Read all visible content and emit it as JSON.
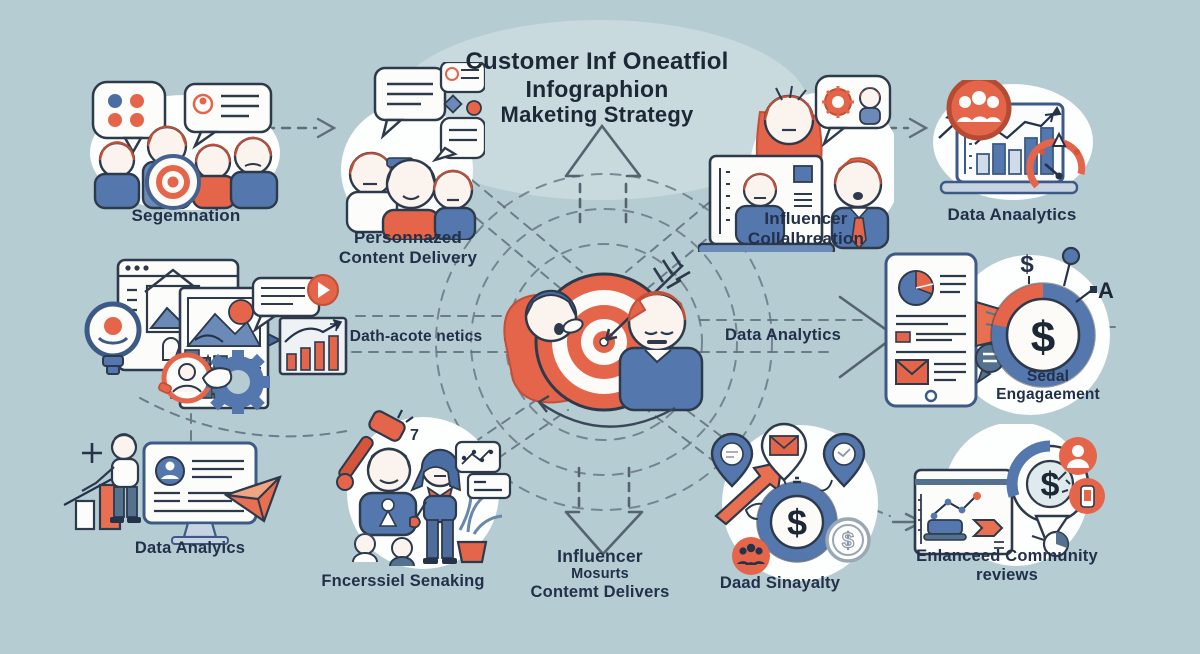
{
  "title": {
    "line1": "Customer Inf  Oneatfiol",
    "line2": "Infographion",
    "line3": "Maketing Strategy"
  },
  "nodes": {
    "segmentation": {
      "label": "Segemnation"
    },
    "personalized_content": {
      "line1": "Personnazed",
      "line2": "Content Delivery"
    },
    "influencer_collaboration": {
      "line1": "Influencer",
      "line2": "Collalbreation"
    },
    "data_analytics_top_right": {
      "label": "Data Anaalytics"
    },
    "data_analytics_mid_left": {
      "label": "Dath-acote netics"
    },
    "data_analytics_mid_right": {
      "label": "Data Analytics"
    },
    "social_engagement": {
      "line1": "Sedal",
      "line2": "Engagaement"
    },
    "data_analytics_bottom_left": {
      "label": "Data Analyics"
    },
    "influencer_speaking": {
      "label": "Fncerssiel Senaking"
    },
    "influencer_measures": {
      "line1": "Influencer",
      "line2": "Mosurts",
      "line3": "Contemt Delivers"
    },
    "brand_loyalty": {
      "label": "Daad Sinayalty"
    },
    "community_reviews": {
      "line1": "Enlanceed Community",
      "line2": "reviews"
    }
  },
  "annotations": {
    "dollar_above_donut": "$",
    "dollar_social_donut": "$",
    "dollar_loyalty_donut": "$",
    "dollar_coin": "$",
    "dollar_review_bubble": "$",
    "letter_a": "A",
    "gavel_mark": "7"
  },
  "colors": {
    "background": "#b5ccd3",
    "ink": "#2d3a4c",
    "orange": "#e4654a",
    "blue": "#5477ad",
    "dash": "#5f6e7b",
    "card": "#fcfcfa"
  }
}
